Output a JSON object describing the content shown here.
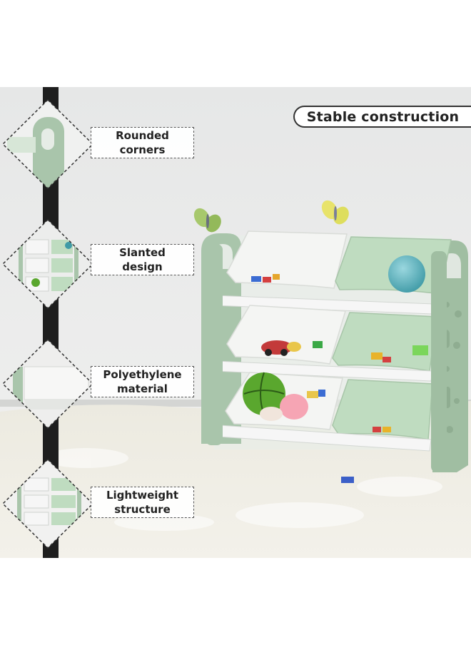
{
  "title": "Stable construction",
  "features": [
    {
      "line1": "Rounded",
      "line2": "corners",
      "icon": "rounded-corner-thumbnail"
    },
    {
      "line1": "Slanted",
      "line2": "design",
      "icon": "slanted-bins-thumbnail"
    },
    {
      "line1": "Polyethylene",
      "line2": "material",
      "icon": "bin-material-thumbnail"
    },
    {
      "line1": "Lightweight",
      "line2": "structure",
      "icon": "organizer-thumbnail"
    }
  ],
  "colors": {
    "frame_green": "#a9c5ab",
    "bin_white": "#f4f5f3",
    "bin_green": "#bfdcc0",
    "wall": "#e9eaea",
    "rug": "#efede3",
    "pole": "#1e1e1e"
  }
}
